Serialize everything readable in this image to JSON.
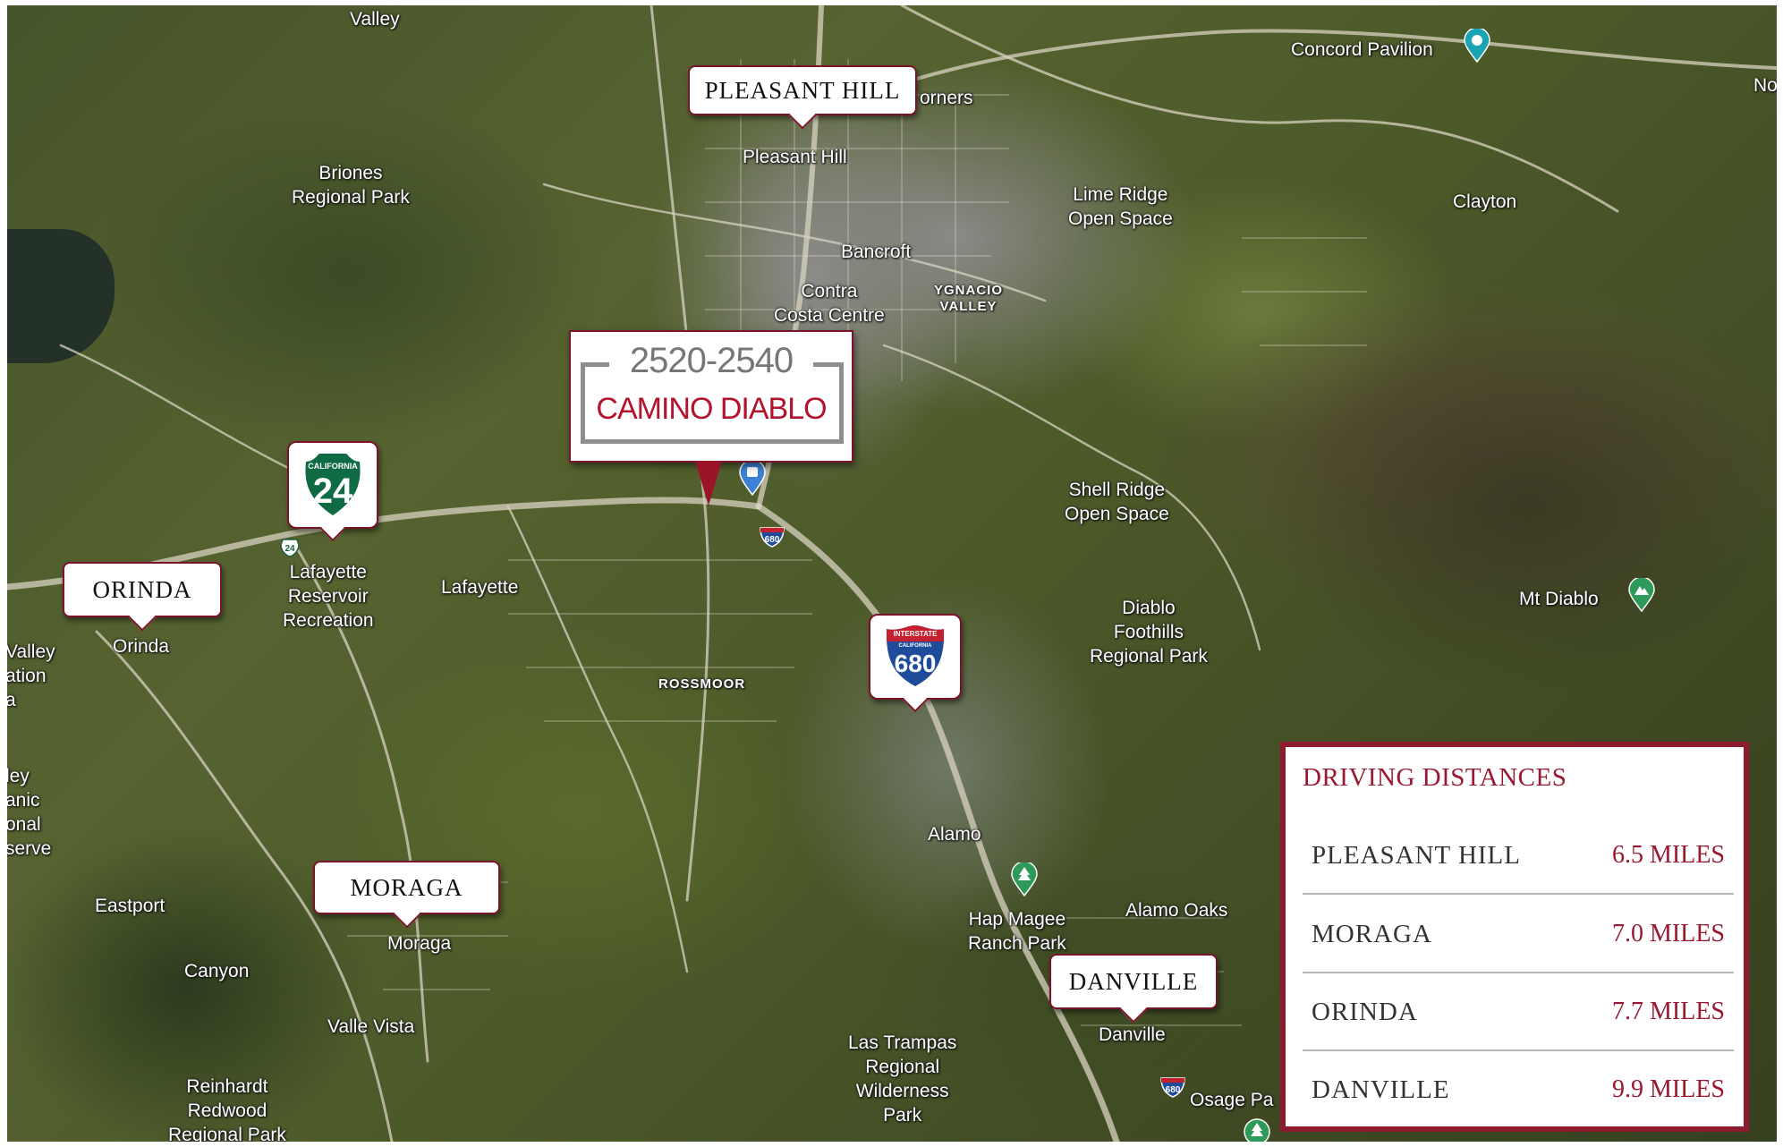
{
  "map": {
    "places": [
      {
        "id": "valley-top",
        "label": "Valley"
      },
      {
        "id": "briones",
        "label": "Briones\nRegional Park"
      },
      {
        "id": "pleasant-hill-town",
        "label": "Pleasant Hill"
      },
      {
        "id": "corners",
        "label": "orners"
      },
      {
        "id": "bancroft",
        "label": "Bancroft"
      },
      {
        "id": "contra-costa",
        "label": "Contra\nCosta Centre"
      },
      {
        "id": "ygnacio",
        "label": "YGNACIO\nVALLEY"
      },
      {
        "id": "lime-ridge",
        "label": "Lime Ridge\nOpen Space"
      },
      {
        "id": "concord-pavilion",
        "label": "Concord Pavilion"
      },
      {
        "id": "clayton",
        "label": "Clayton"
      },
      {
        "id": "no-edge",
        "label": "No"
      },
      {
        "id": "shell-ridge",
        "label": "Shell Ridge\nOpen Space"
      },
      {
        "id": "diablo-foothills",
        "label": "Diablo\nFoothills\nRegional Park"
      },
      {
        "id": "mt-diablo",
        "label": "Mt Diablo"
      },
      {
        "id": "lafayette-reservoir",
        "label": "Lafayette\nReservoir\nRecreation"
      },
      {
        "id": "lafayette",
        "label": "Lafayette"
      },
      {
        "id": "orinda-town",
        "label": "Orinda"
      },
      {
        "id": "valley-edge",
        "label": "Valley\nation\na"
      },
      {
        "id": "ley-edge",
        "label": "ley\nanic\nonal\nserve"
      },
      {
        "id": "rossmoor",
        "label": "ROSSMOOR"
      },
      {
        "id": "alamo",
        "label": "Alamo"
      },
      {
        "id": "hap-magee",
        "label": "Hap Magee\nRanch Park"
      },
      {
        "id": "alamo-oaks",
        "label": "Alamo Oaks"
      },
      {
        "id": "eastport",
        "label": "Eastport"
      },
      {
        "id": "moraga-town",
        "label": "Moraga"
      },
      {
        "id": "canyon",
        "label": "Canyon"
      },
      {
        "id": "valle-vista",
        "label": "Valle Vista"
      },
      {
        "id": "reinhardt",
        "label": "Reinhardt\nRedwood\nRegional Park"
      },
      {
        "id": "las-trampas",
        "label": "Las Trampas\nRegional\nWilderness\nPark"
      },
      {
        "id": "danville-town",
        "label": "Danville"
      },
      {
        "id": "osage",
        "label": "Osage Pa"
      }
    ],
    "callouts": {
      "pleasant_hill": "PLEASANT HILL",
      "orinda": "ORINDA",
      "moraga": "MORAGA",
      "danville": "DANVILLE"
    },
    "shields": {
      "ca24": {
        "top": "CALIFORNIA",
        "number": "24",
        "color": "#0f6b44"
      },
      "i680": {
        "top": "INTERSTATE",
        "sub": "CALIFORNIA",
        "number": "680",
        "color": "#1f4b9b",
        "band": "#c4202f"
      },
      "small_24": "24",
      "small_680_a": "680",
      "small_680_b": "680"
    },
    "property": {
      "address": "2520-2540",
      "street": "CAMINO DIABLO"
    },
    "icons": [
      "stadium-icon",
      "mountain-icon",
      "park-tree-icon",
      "transit-icon",
      "location-pin-icon"
    ]
  },
  "distances": {
    "title": "DRIVING DISTANCES",
    "rows": [
      {
        "town": "PLEASANT HILL",
        "miles": "6.5 MILES"
      },
      {
        "town": "MORAGA",
        "miles": "7.0 MILES"
      },
      {
        "town": "ORINDA",
        "miles": "7.7 MILES"
      },
      {
        "town": "DANVILLE",
        "miles": "9.9 MILES"
      }
    ]
  },
  "colors": {
    "accent": "#8e1a2e",
    "callout_border": "#7a1428",
    "street_red": "#b3132c",
    "park_green": "#2e9a5a"
  }
}
